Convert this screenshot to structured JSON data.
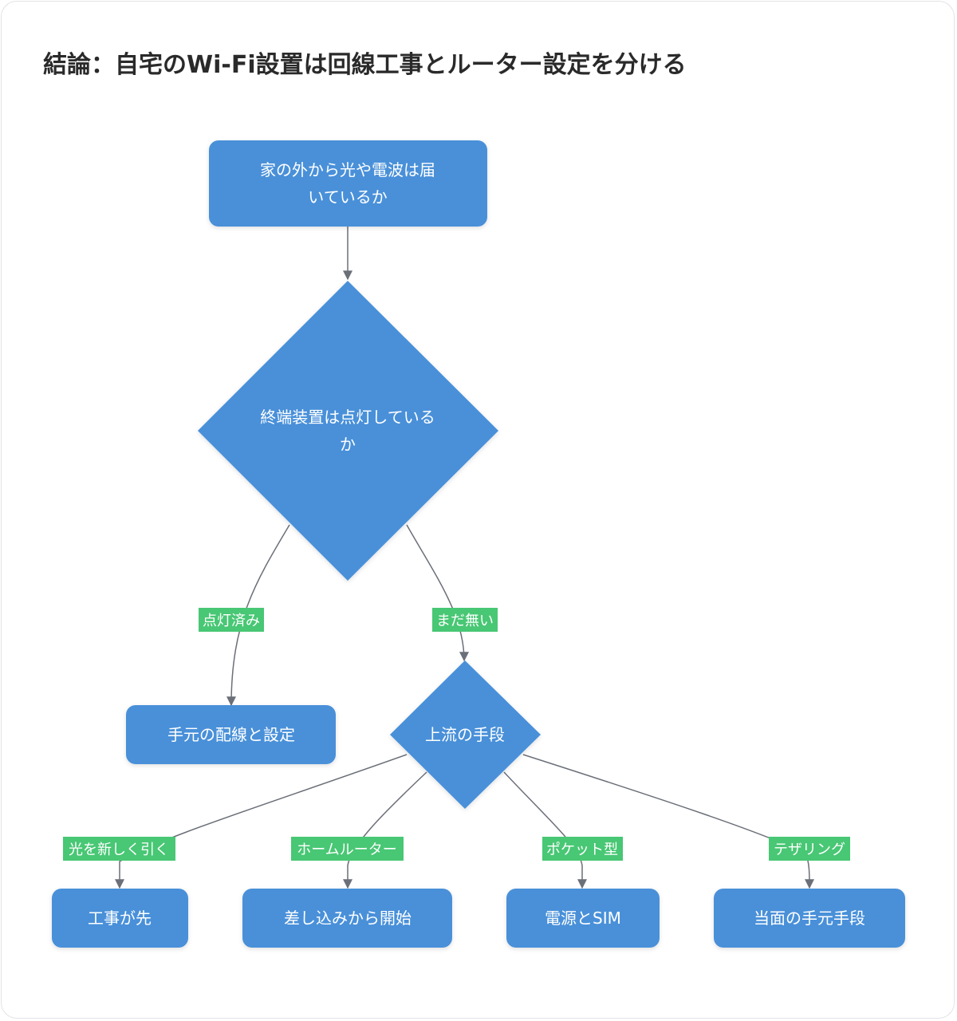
{
  "title": "結論：自宅のWi-Fi設置は回線工事とルーター設定を分ける",
  "colors": {
    "node_fill": "#4a90d9",
    "label_fill": "#48c774",
    "edge": "#6b6f78"
  },
  "nodes": {
    "start": {
      "line1": "家の外から光や電波は届",
      "line2": "いているか"
    },
    "terminal_check": {
      "line1": "終端装置は点灯している",
      "line2": "か"
    },
    "local_setup": {
      "label": "手元の配線と設定"
    },
    "upstream": {
      "label": "上流の手段"
    },
    "construction": {
      "label": "工事が先"
    },
    "plug_in": {
      "label": "差し込みから開始"
    },
    "power_sim": {
      "label": "電源とSIM"
    },
    "temporary": {
      "label": "当面の手元手段"
    }
  },
  "edge_labels": {
    "lit": "点灯済み",
    "not_yet": "まだ無い",
    "new_line": "光を新しく引く",
    "home_router": "ホームルーター",
    "pocket": "ポケット型",
    "tethering": "テザリング"
  }
}
